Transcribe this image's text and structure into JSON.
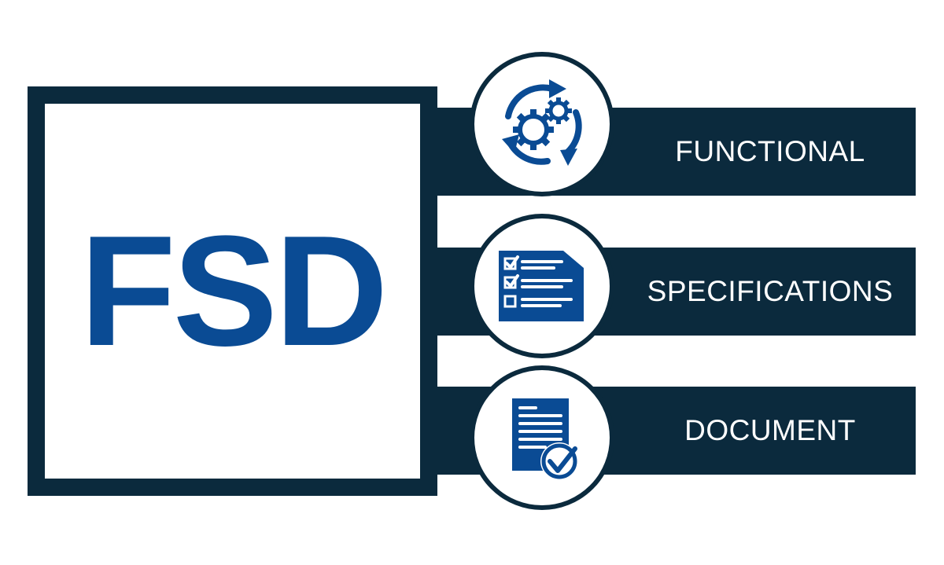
{
  "acronym": "FSD",
  "items": [
    {
      "label": "FUNCTIONAL",
      "icon": "gears-cycle-icon"
    },
    {
      "label": "SPECIFICATIONS",
      "icon": "checklist-icon"
    },
    {
      "label": "DOCUMENT",
      "icon": "approved-document-icon"
    }
  ],
  "colors": {
    "navy": "#0b2a3d",
    "blue": "#0a4b94",
    "text_on_bar": "#ffffff"
  }
}
